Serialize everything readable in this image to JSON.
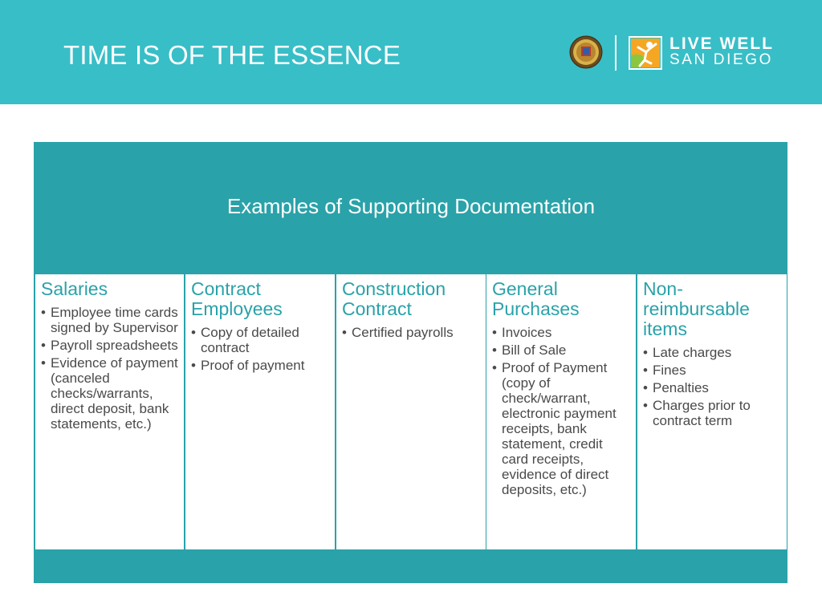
{
  "slide": {
    "title": "TIME IS OF THE ESSENCE",
    "logo": {
      "seal_icon": "county-seal-icon",
      "brand_icon": "live-well-figure-icon",
      "brand_line1": "LIVE WELL",
      "brand_line2": "SAN DIEGO"
    }
  },
  "table": {
    "heading": "Examples of Supporting Documentation",
    "columns": [
      {
        "title": "Salaries",
        "items": [
          "Employee time cards signed by Supervisor",
          "Payroll spreadsheets",
          "Evidence of payment (canceled checks/warrants, direct deposit, bank statements, etc.)"
        ]
      },
      {
        "title": "Contract Employees",
        "items": [
          "Copy of detailed contract",
          "Proof of payment"
        ]
      },
      {
        "title": "Construction Contract",
        "items": [
          "Certified payrolls"
        ]
      },
      {
        "title": "General Purchases",
        "items": [
          "Invoices",
          "Bill of Sale",
          "Proof of Payment (copy of check/warrant, electronic payment receipts, bank statement, credit card receipts, evidence of direct deposits, etc.)"
        ]
      },
      {
        "title": "Non-reimbursable items",
        "items": [
          "Late charges",
          "Fines",
          "Penalties",
          "Charges prior to contract term"
        ]
      }
    ]
  },
  "colors": {
    "header_bg": "#38bec7",
    "panel_bg": "#2aa2a9",
    "accent_orange": "#f5a623"
  }
}
